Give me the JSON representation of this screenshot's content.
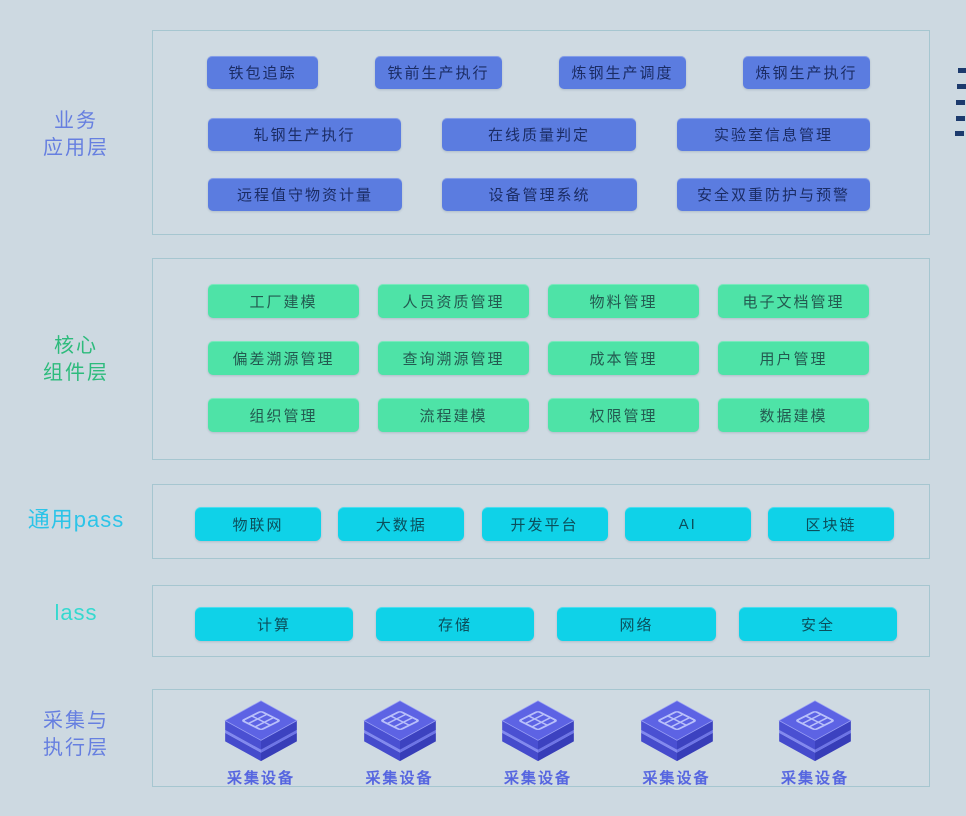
{
  "business": {
    "label": [
      "业务",
      "应用层"
    ],
    "row1": [
      "铁包追踪",
      "铁前生产执行",
      "炼钢生产调度",
      "炼钢生产执行"
    ],
    "row2": [
      "轧钢生产执行",
      "在线质量判定",
      "实验室信息管理"
    ],
    "row3": [
      "远程值守物资计量",
      "设备管理系统",
      "安全双重防护与预警"
    ]
  },
  "core": {
    "label": [
      "核心",
      "组件层"
    ],
    "row1": [
      "工厂建模",
      "人员资质管理",
      "物料管理",
      "电子文档管理"
    ],
    "row2": [
      "偏差溯源管理",
      "查询溯源管理",
      "成本管理",
      "用户管理"
    ],
    "row3": [
      "组织管理",
      "流程建模",
      "权限管理",
      "数据建模"
    ]
  },
  "paas": {
    "label": "通用pass",
    "row1": [
      "物联网",
      "大数据",
      "开发平台",
      "AI",
      "区块链"
    ]
  },
  "iaas": {
    "label": "lass",
    "row1": [
      "计算",
      "存储",
      "网络",
      "安全"
    ]
  },
  "device": {
    "label": [
      "采集与",
      "执行层"
    ],
    "items": [
      "采集设备",
      "采集设备",
      "采集设备",
      "采集设备",
      "采集设备"
    ]
  },
  "colors": {
    "page_background": "#cdd9e1",
    "panel_border": "#a6c6d0",
    "blue_chip": "#5b7ce0",
    "blue_chip_text": "#1b2c64",
    "green_chip": "#4ee3a7",
    "green_chip_text": "#235a50",
    "cyan_chip": "#0fd2e8",
    "cyan_chip_text": "#0b4f5c",
    "label_blue": "#667fe0",
    "label_green": "#2dbb7c",
    "label_cyan": "#2cc4e8",
    "label_teal": "#35d9cf",
    "cube_purple": "#5d63e4",
    "edge_dash": "#1c3a6d"
  }
}
